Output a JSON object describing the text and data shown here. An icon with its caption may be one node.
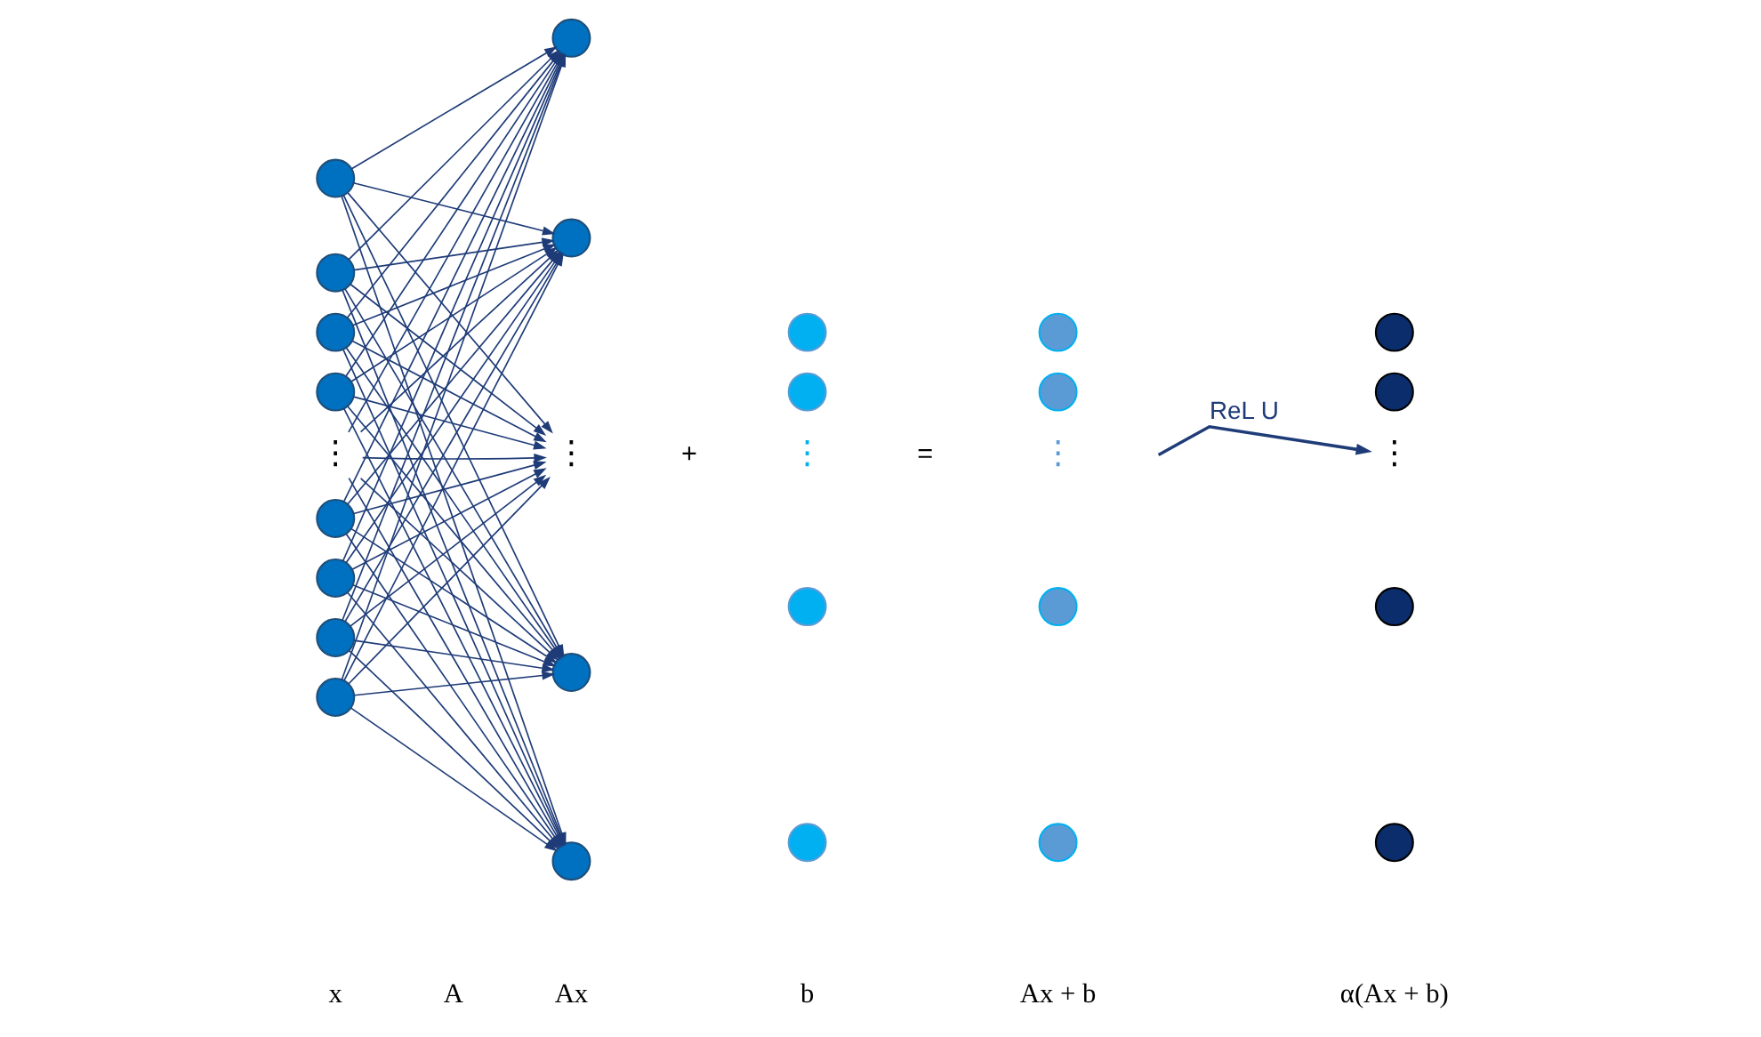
{
  "diagram": {
    "nodes": [
      {
        "text": [],
        "shape": "circle"
      },
      {
        "text": [],
        "shape": "circle"
      },
      {
        "text": [],
        "shape": "circle"
      },
      {
        "text": [],
        "shape": "circle"
      },
      {
        "text": [
          "⋮"
        ]
      },
      {
        "text": [],
        "shape": "circle"
      },
      {
        "text": [],
        "shape": "circle"
      },
      {
        "text": [],
        "shape": "circle"
      },
      {
        "text": [],
        "shape": "circle"
      },
      {
        "text": [],
        "shape": "circle"
      },
      {
        "text": [],
        "shape": "circle"
      },
      {
        "text": [
          "⋮"
        ]
      },
      {
        "text": [],
        "shape": "circle"
      },
      {
        "text": [],
        "shape": "circle"
      },
      {
        "text": [],
        "shape": "circle"
      },
      {
        "text": [],
        "shape": "circle"
      },
      {
        "text": [
          "⋮"
        ]
      },
      {
        "text": [],
        "shape": "circle"
      },
      {
        "text": [],
        "shape": "circle"
      },
      {
        "text": [],
        "shape": "circle"
      },
      {
        "text": [],
        "shape": "circle"
      },
      {
        "text": [
          "⋮"
        ]
      },
      {
        "text": [],
        "shape": "circle"
      },
      {
        "text": [],
        "shape": "circle"
      },
      {
        "text": [],
        "shape": "circle"
      },
      {
        "text": [],
        "shape": "circle"
      },
      {
        "text": [
          "⋮"
        ]
      },
      {
        "text": [],
        "shape": "circle"
      },
      {
        "text": [],
        "shape": "circle"
      }
    ],
    "edges": [
      {
        "from": 0,
        "to": 9,
        "arrow": "to"
      },
      {
        "from": 0,
        "to": 10,
        "arrow": "to"
      },
      {
        "from": 0,
        "to": 11,
        "arrow": "to"
      },
      {
        "from": 0,
        "to": 12,
        "arrow": "to"
      },
      {
        "from": 0,
        "to": 13,
        "arrow": "to"
      },
      {
        "from": 1,
        "to": 9,
        "arrow": "to"
      },
      {
        "from": 1,
        "to": 10,
        "arrow": "to"
      },
      {
        "from": 1,
        "to": 11,
        "arrow": "to"
      },
      {
        "from": 1,
        "to": 12,
        "arrow": "to"
      },
      {
        "from": 1,
        "to": 13,
        "arrow": "to"
      },
      {
        "from": 2,
        "to": 9,
        "arrow": "to"
      },
      {
        "from": 2,
        "to": 10,
        "arrow": "to"
      },
      {
        "from": 2,
        "to": 11,
        "arrow": "to"
      },
      {
        "from": 2,
        "to": 12,
        "arrow": "to"
      },
      {
        "from": 2,
        "to": 13,
        "arrow": "to"
      },
      {
        "from": 3,
        "to": 9,
        "arrow": "to"
      },
      {
        "from": 3,
        "to": 10,
        "arrow": "to"
      },
      {
        "from": 3,
        "to": 11,
        "arrow": "to"
      },
      {
        "from": 3,
        "to": 12,
        "arrow": "to"
      },
      {
        "from": 3,
        "to": 13,
        "arrow": "to"
      },
      {
        "from": 4,
        "to": 9,
        "arrow": "to"
      },
      {
        "from": 4,
        "to": 10,
        "arrow": "to"
      },
      {
        "from": 4,
        "to": 11,
        "arrow": "to"
      },
      {
        "from": 4,
        "to": 12,
        "arrow": "to"
      },
      {
        "from": 4,
        "to": 13,
        "arrow": "to"
      },
      {
        "from": 5,
        "to": 9,
        "arrow": "to"
      },
      {
        "from": 5,
        "to": 10,
        "arrow": "to"
      },
      {
        "from": 5,
        "to": 11,
        "arrow": "to"
      },
      {
        "from": 5,
        "to": 12,
        "arrow": "to"
      },
      {
        "from": 5,
        "to": 13,
        "arrow": "to"
      },
      {
        "from": 6,
        "to": 9,
        "arrow": "to"
      },
      {
        "from": 6,
        "to": 10,
        "arrow": "to"
      },
      {
        "from": 6,
        "to": 11,
        "arrow": "to"
      },
      {
        "from": 6,
        "to": 12,
        "arrow": "to"
      },
      {
        "from": 6,
        "to": 13,
        "arrow": "to"
      },
      {
        "from": 7,
        "to": 9,
        "arrow": "to"
      },
      {
        "from": 7,
        "to": 10,
        "arrow": "to"
      },
      {
        "from": 7,
        "to": 11,
        "arrow": "to"
      },
      {
        "from": 7,
        "to": 12,
        "arrow": "to"
      },
      {
        "from": 7,
        "to": 13,
        "arrow": "to"
      },
      {
        "from": 8,
        "to": 9,
        "arrow": "to"
      },
      {
        "from": 8,
        "to": 10,
        "arrow": "to"
      },
      {
        "from": 8,
        "to": 11,
        "arrow": "to"
      },
      {
        "from": 8,
        "to": 12,
        "arrow": "to"
      },
      {
        "from": 8,
        "to": 13,
        "arrow": "to"
      },
      {
        "from": null,
        "to": 26,
        "arrow": "to",
        "label": "ReL U"
      }
    ],
    "labels": [
      "+",
      "=",
      "x",
      "A",
      "Ax",
      "b",
      "Ax + b",
      "α(Ax + b)"
    ]
  }
}
